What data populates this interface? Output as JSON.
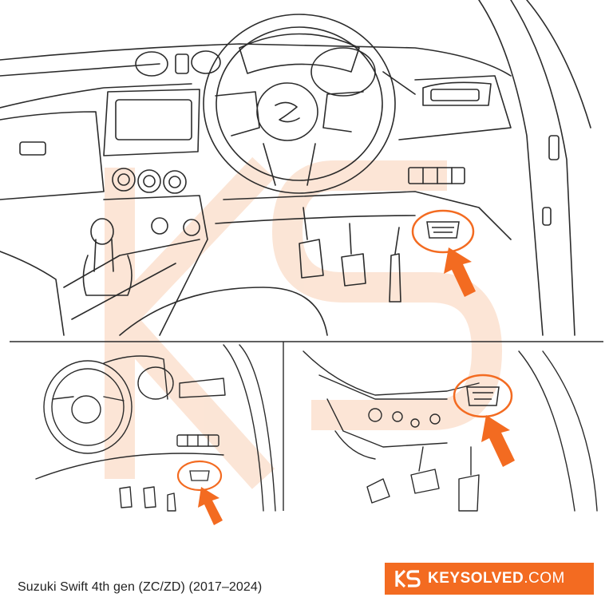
{
  "caption": "Suzuki Swift 4th gen (ZC/ZD) (2017–2024)",
  "brand": {
    "name_bold": "KEYSOLVED",
    "name_suffix": ".COM",
    "background": "#f36b21"
  },
  "colors": {
    "accent": "#f36b21",
    "watermark": "#fbe1cf",
    "line": "#2b2b2b"
  },
  "icons": [
    "obd-port-icon",
    "arrow-icon",
    "steering-wheel-icon",
    "pedal-icon",
    "gear-shifter-icon"
  ]
}
